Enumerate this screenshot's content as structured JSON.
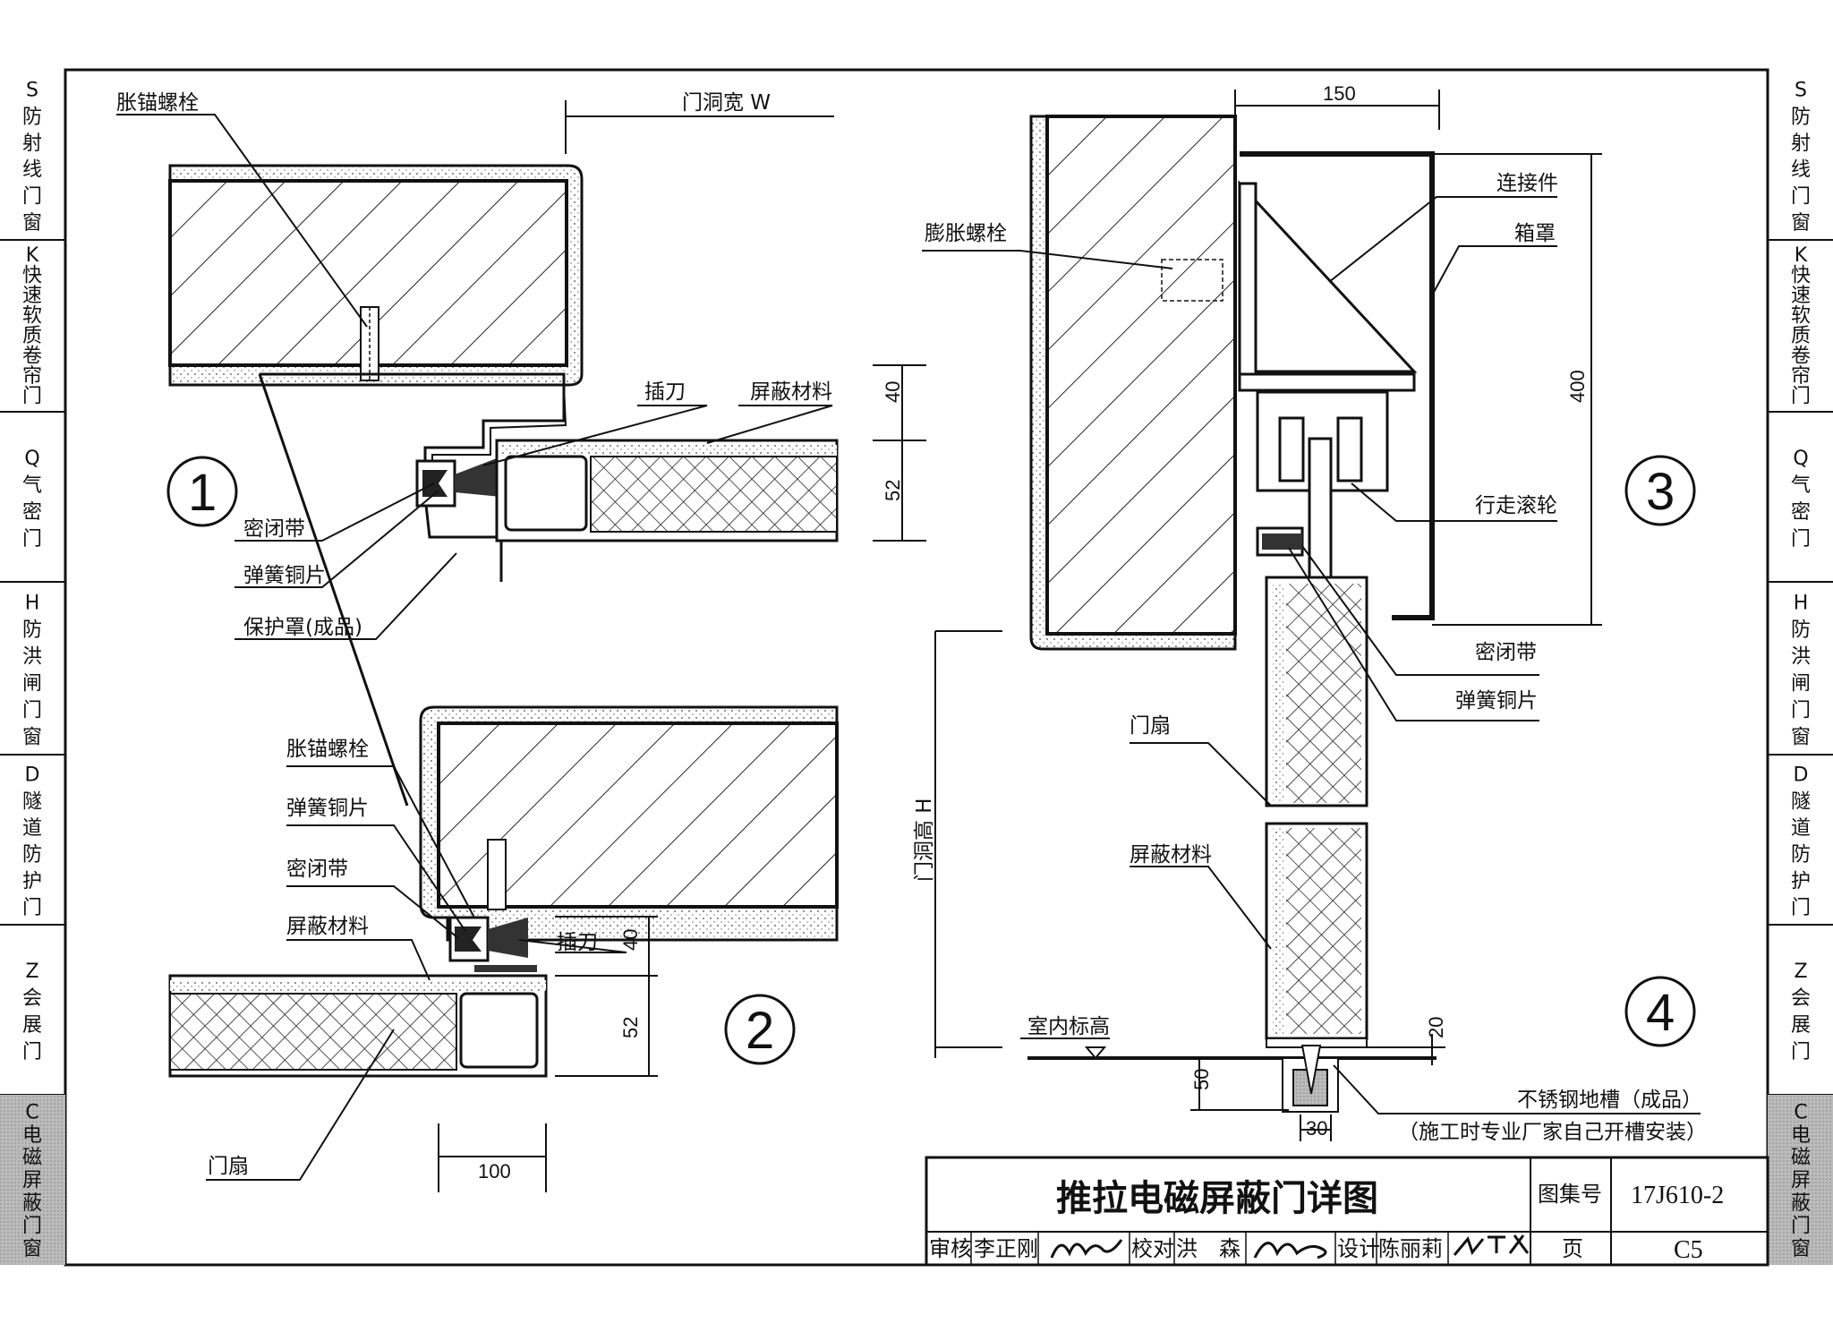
{
  "side_tabs": [
    {
      "code": "S",
      "name": "防射线门窗",
      "active": false
    },
    {
      "code": "K",
      "name": "快速软质卷帘门",
      "active": false
    },
    {
      "code": "Q",
      "name": "气密门",
      "active": false
    },
    {
      "code": "H",
      "name": "防洪闸门窗",
      "active": false
    },
    {
      "code": "D",
      "name": "隧道防护门",
      "active": false
    },
    {
      "code": "Z",
      "name": "会展门",
      "active": false
    },
    {
      "code": "C",
      "name": "电磁屏蔽门窗",
      "active": true
    }
  ],
  "detail1": {
    "number": "1",
    "labels": {
      "anchor_bolt": "胀锚螺栓",
      "door_width": "门洞宽 W",
      "blade": "插刀",
      "shield_material": "屏蔽材料",
      "seal_strip": "密闭带",
      "spring_copper": "弹簧铜片",
      "protective_cover": "保护罩(成品)"
    },
    "dims": {
      "d40": "40",
      "d52": "52"
    }
  },
  "detail2": {
    "number": "2",
    "labels": {
      "anchor_bolt": "胀锚螺栓",
      "spring_copper": "弹簧铜片",
      "seal_strip": "密闭带",
      "shield_material": "屏蔽材料",
      "blade": "插刀",
      "door_leaf": "门扇"
    },
    "dims": {
      "d40": "40",
      "d52": "52",
      "d100": "100"
    }
  },
  "detail3": {
    "number": "3",
    "labels": {
      "expansion_bolt": "膨胀螺栓",
      "connector": "连接件",
      "box_cover": "箱罩",
      "roller": "行走滚轮",
      "seal_strip": "密闭带",
      "spring_copper": "弹簧铜片"
    },
    "dims": {
      "d150": "150",
      "d400": "400"
    }
  },
  "detail4": {
    "number": "4",
    "labels": {
      "door_leaf": "门扇",
      "shield_material": "屏蔽材料",
      "door_height": "门洞高 H",
      "floor_level": "室内标高",
      "ground_track": "不锈钢地槽（成品）",
      "ground_track_note": "（施工时专业厂家自己开槽安装）"
    },
    "dims": {
      "d20": "20",
      "d50": "50",
      "d30": "30"
    }
  },
  "title_block": {
    "title": "推拉电磁屏蔽门详图",
    "atlas_label": "图集号",
    "atlas_no": "17J610-2",
    "review_label": "审核",
    "review_name": "李正刚",
    "check_label": "校对",
    "check_name": "洪　森",
    "design_label": "设计",
    "design_name": "陈丽莉",
    "page_label": "页",
    "page_no": "C5"
  }
}
